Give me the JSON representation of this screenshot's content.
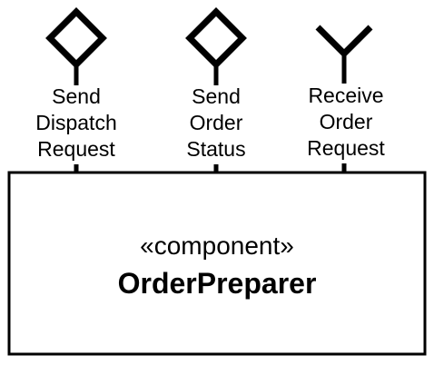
{
  "component": {
    "stereotype": "«component»",
    "name": "OrderPreparer"
  },
  "ports": [
    {
      "kind": "provided-diamond",
      "icon": "diamond-icon",
      "label_lines": [
        "Send",
        "Dispatch",
        "Request"
      ]
    },
    {
      "kind": "provided-diamond",
      "icon": "diamond-icon",
      "label_lines": [
        "Send",
        "Order",
        "Status"
      ]
    },
    {
      "kind": "required-v",
      "icon": "v-socket-icon",
      "label_lines": [
        "Receive",
        "Order",
        "Request"
      ]
    }
  ],
  "colors": {
    "stroke": "#000000",
    "background": "#ffffff"
  }
}
